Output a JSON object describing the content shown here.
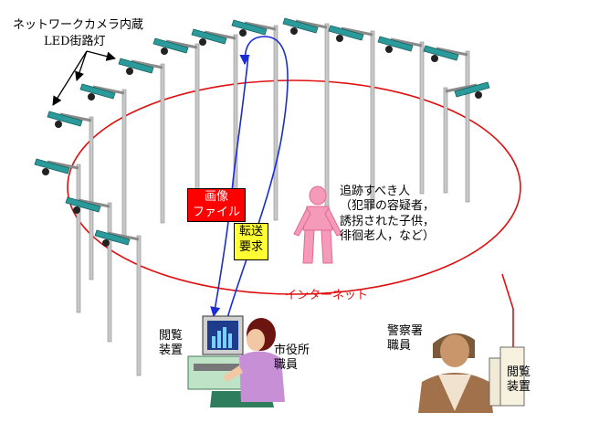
{
  "labels": {
    "camera_title": "ネットワークカメラ内蔵",
    "camera_subtitle": "LED街路灯",
    "image_file": [
      "画像",
      "ファイル"
    ],
    "transfer_request": [
      "転送",
      "要求"
    ],
    "internet": "インターネット",
    "target_person": [
      "追跡すべき人",
      "（犯罪の容疑者，",
      "誘拐された子供，",
      "徘徊老人，など）"
    ],
    "viewer_left": [
      "閲覧",
      "装置"
    ],
    "city_staff": [
      "市役所",
      "職員"
    ],
    "police_staff": [
      "警察署",
      "職員"
    ],
    "viewer_right": [
      "閲覧",
      "装置"
    ]
  },
  "colors": {
    "network_ring": "#e01010",
    "image_file_box": "#ff0000",
    "transfer_box": "#ffff33",
    "arrow_blue": "#1a2cd6",
    "lamp_head": "#2a9a9a",
    "pole": "#c8c8c8",
    "person_figure": "#f59ab8"
  },
  "icons": [
    "street-lamp-icon",
    "person-figure-icon",
    "computer-user-icon",
    "police-officer-icon",
    "desktop-pc-icon"
  ]
}
